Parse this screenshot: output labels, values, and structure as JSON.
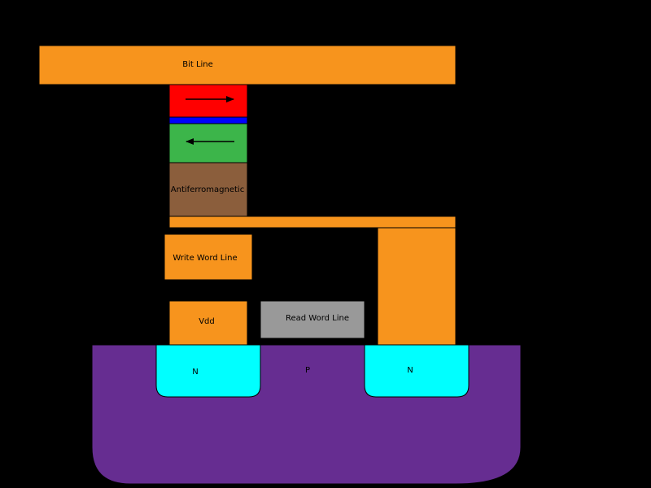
{
  "labels": {
    "bit_line": "Bit Line",
    "antiferromagnetic": "Antiferromagnetic",
    "write_word_line": "Write Word Line",
    "vdd": "Vdd",
    "read_word_line": "Read Word Line",
    "n_left": "N",
    "p": "P",
    "n_right": "N"
  },
  "colors": {
    "background": "#000000",
    "metal": "#f7941d",
    "free_layer": "#ff0000",
    "tunnel_barrier": "#0000ff",
    "pinned_layer": "#3cb54a",
    "antiferromagnetic_layer": "#8b5e3c",
    "read_word_line": "#999999",
    "n_region": "#00ffff",
    "p_substrate": "#662d91"
  },
  "magnetization": {
    "free_layer_direction": "right",
    "pinned_layer_direction": "left"
  }
}
